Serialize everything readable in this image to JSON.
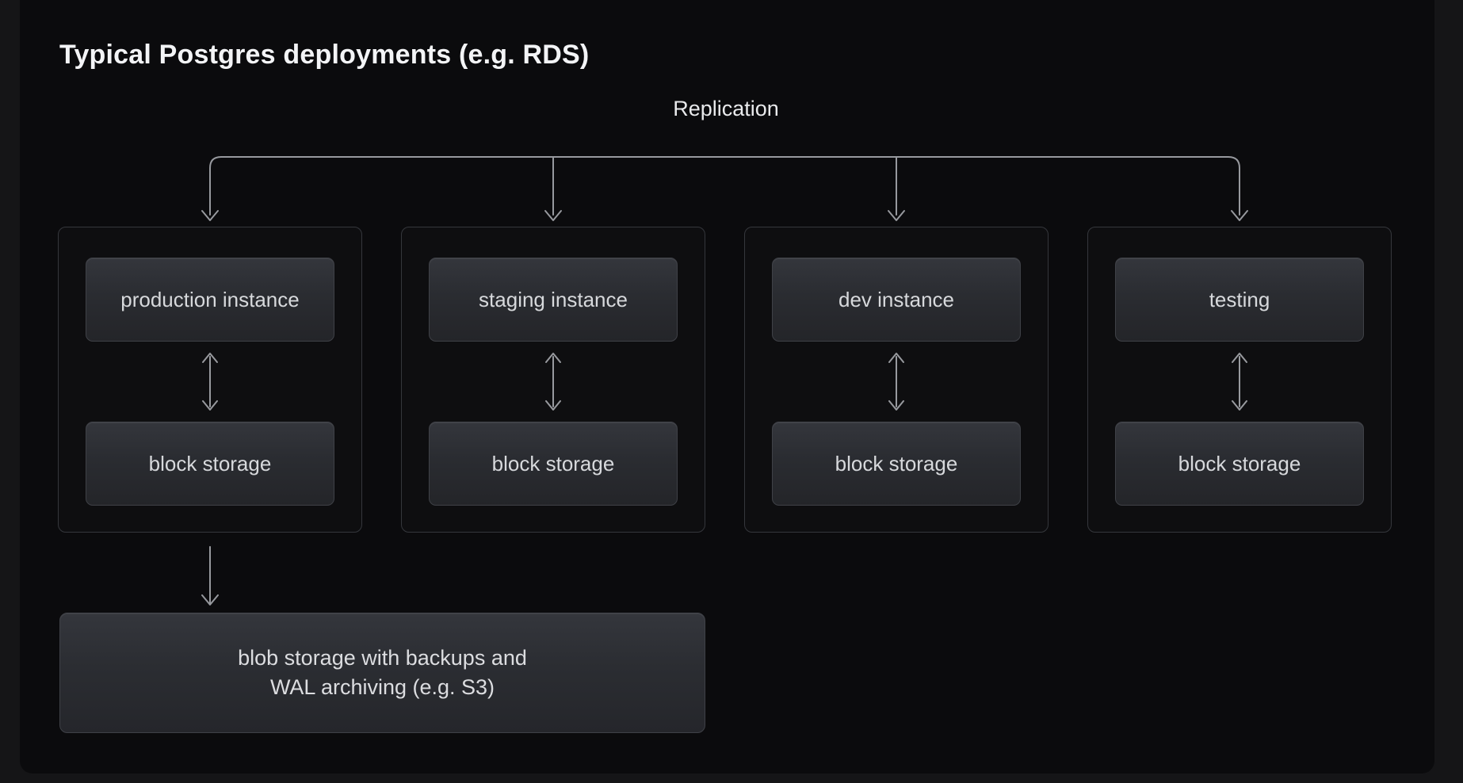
{
  "title": "Typical Postgres deployments (e.g. RDS)",
  "replication_label": "Replication",
  "groups": [
    {
      "instance": "production instance",
      "storage": "block storage"
    },
    {
      "instance": "staging instance",
      "storage": "block storage"
    },
    {
      "instance": "dev instance",
      "storage": "block storage"
    },
    {
      "instance": "testing",
      "storage": "block storage"
    }
  ],
  "blob": {
    "line1": "blob storage with backups and",
    "line2": "WAL archiving (e.g. S3)"
  },
  "colors": {
    "outer_background": "#151517",
    "card_background": "#0b0b0d",
    "node_fill_top": "#34363c",
    "node_fill_bottom": "#25262a",
    "node_border": "#3f4147",
    "group_border": "#35373c",
    "arrow": "#97999e",
    "title_text": "#f3f4f6",
    "node_text": "#d7d9dc"
  }
}
